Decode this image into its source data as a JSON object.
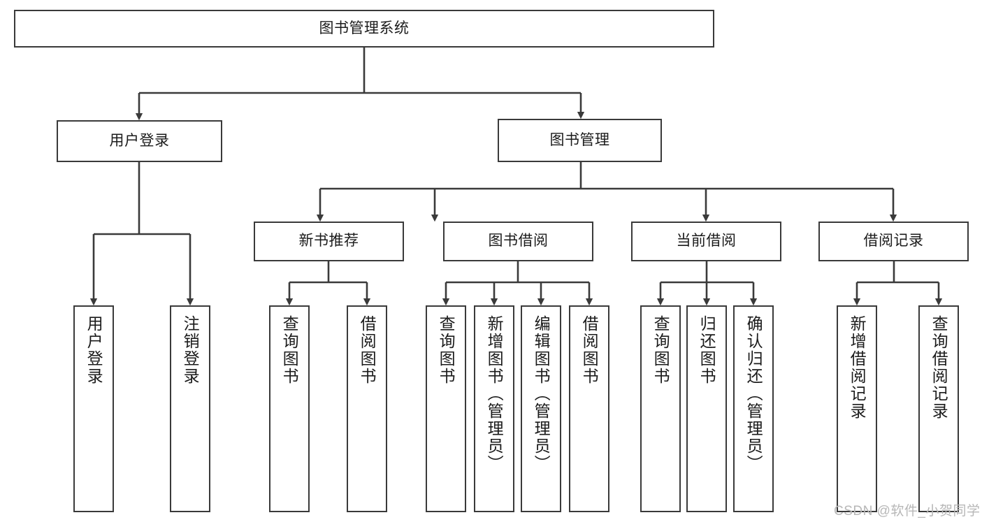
{
  "diagram": {
    "type": "tree-hierarchy-functional-decomposition",
    "title": "图书管理系统",
    "style": {
      "box_border_color": "#3a3a3a",
      "box_fill_color": "#ffffff",
      "edge_color": "#3a3a3a",
      "background_color": "#ffffff",
      "text_color": "#1b1b1b",
      "watermark_color": "#b7b7b7"
    },
    "nodes": {
      "root": {
        "label": "图书管理系统",
        "level": 0,
        "orientation": "horizontal"
      },
      "l1": [
        {
          "id": "user_login",
          "label": "用户登录",
          "orientation": "horizontal"
        },
        {
          "id": "book_mgmt",
          "label": "图书管理",
          "orientation": "horizontal"
        }
      ],
      "l2": [
        {
          "id": "new_book_rec",
          "label": "新书推荐",
          "orientation": "horizontal",
          "parent": "book_mgmt"
        },
        {
          "id": "book_borrow",
          "label": "图书借阅",
          "orientation": "horizontal",
          "parent": "book_mgmt"
        },
        {
          "id": "current_borrow",
          "label": "当前借阅",
          "orientation": "horizontal",
          "parent": "book_mgmt"
        },
        {
          "id": "borrow_record",
          "label": "借阅记录",
          "orientation": "horizontal",
          "parent": "book_mgmt"
        }
      ],
      "leaves": [
        {
          "id": "leaf_user_login",
          "label": "用户登录",
          "orientation": "vertical",
          "parent": "user_login"
        },
        {
          "id": "leaf_logout",
          "label": "注销登录",
          "orientation": "vertical",
          "parent": "user_login"
        },
        {
          "id": "leaf_query_book_1",
          "label": "查询图书",
          "orientation": "vertical",
          "parent": "new_book_rec"
        },
        {
          "id": "leaf_borrow_book_1",
          "label": "借阅图书",
          "orientation": "vertical",
          "parent": "new_book_rec"
        },
        {
          "id": "leaf_query_book_2",
          "label": "查询图书",
          "orientation": "vertical",
          "parent": "book_borrow"
        },
        {
          "id": "leaf_add_book",
          "label": "新增图书（管理员）",
          "orientation": "vertical",
          "parent": "book_borrow"
        },
        {
          "id": "leaf_edit_book",
          "label": "编辑图书（管理员）",
          "orientation": "vertical",
          "parent": "book_borrow"
        },
        {
          "id": "leaf_borrow_book_2",
          "label": "借阅图书",
          "orientation": "vertical",
          "parent": "book_borrow"
        },
        {
          "id": "leaf_query_book_3",
          "label": "查询图书",
          "orientation": "vertical",
          "parent": "current_borrow"
        },
        {
          "id": "leaf_return_book",
          "label": "归还图书",
          "orientation": "vertical",
          "parent": "current_borrow"
        },
        {
          "id": "leaf_confirm_return",
          "label": "确认归还（管理员）",
          "orientation": "vertical",
          "parent": "current_borrow"
        },
        {
          "id": "leaf_add_record",
          "label": "新增借阅记录",
          "orientation": "vertical",
          "parent": "borrow_record"
        },
        {
          "id": "leaf_query_record",
          "label": "查询借阅记录",
          "orientation": "vertical",
          "parent": "borrow_record"
        }
      ]
    },
    "watermark": "CSDN @软件_小贺同学"
  }
}
